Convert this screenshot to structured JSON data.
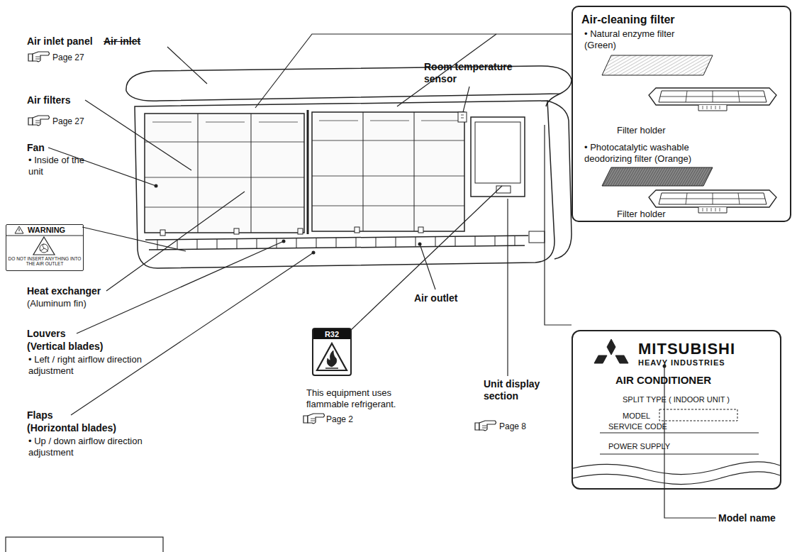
{
  "diagram": {
    "nodes": [
      {
        "text": [
          "Air-cleaning filter",
          "• Natural enzyme filter (Green)",
          "Filter holder",
          "• Photocatalytic washable deodorizing filter (Orange)",
          "Filter holder"
        ]
      },
      {
        "text": [
          "WARNING",
          "DO NOT INSERT ANYTHING INTO THE AIR OUTLET"
        ]
      },
      {
        "text": [
          "R32"
        ]
      },
      {
        "text": [
          "MITSUBISHI",
          "HEAVY INDUSTRIES",
          "AIR CONDITIONER",
          "SPLIT TYPE ( INDOOR UNIT )",
          "MODEL",
          "SERVICE CODE",
          "POWER SUPPLY"
        ]
      }
    ],
    "labels": [
      "Air inlet panel",
      "Air inlet",
      "Page 27",
      "Air filters",
      "Page 27",
      "Fan",
      "• Inside of the unit",
      "Heat exchanger",
      "(Aluminum fin)",
      "Louvers",
      "(Vertical blades)",
      "• Left / right airflow direction adjustment",
      "Flaps",
      "(Horizontal blades)",
      "• Up / down airflow direction adjustment",
      "Room temperature sensor",
      "Air outlet",
      "This equipment uses flammable refrigerant.",
      "Page 2",
      "Unit display section",
      "Page 8",
      "Model name"
    ]
  }
}
